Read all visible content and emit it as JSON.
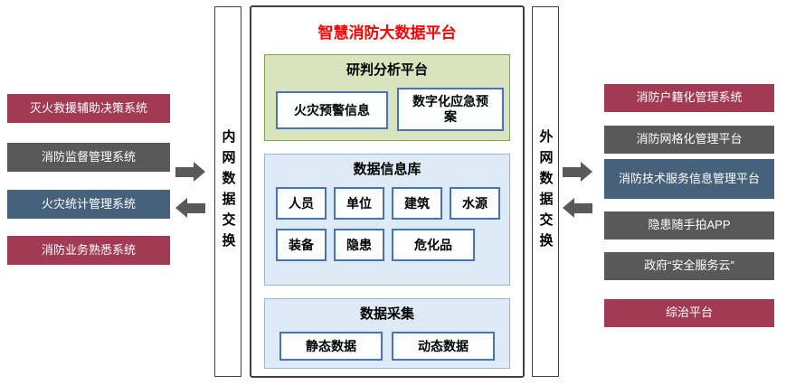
{
  "colors": {
    "title": "#ff0000",
    "maroon": "#a13a52",
    "gray": "#595959",
    "slate": "#46617a",
    "arrow": "#595959"
  },
  "platform": {
    "title": "智慧消防大数据平台"
  },
  "buses": {
    "left": "内网数据交换",
    "right": "外网数据交换"
  },
  "left_systems": [
    {
      "label": "灭火救援辅助决策系统",
      "color": "#a13a52"
    },
    {
      "label": "消防监督管理系统",
      "color": "#595959"
    },
    {
      "label": "火灾统计管理系统",
      "color": "#46617a"
    },
    {
      "label": "消防业务熟悉系统",
      "color": "#a13a52"
    }
  ],
  "right_systems": [
    {
      "label": "消防户籍化管理系统",
      "color": "#a13a52"
    },
    {
      "label": "消防网格化管理平台",
      "color": "#595959"
    },
    {
      "label": "消防技术服务信息管理平台",
      "color": "#46617a"
    },
    {
      "label": "隐患随手拍APP",
      "color": "#595959"
    },
    {
      "label": "政府“安全服务云”",
      "color": "#595959"
    },
    {
      "label": "综治平台",
      "color": "#a13a52"
    }
  ],
  "sections": {
    "analysis": {
      "title": "研判分析平台",
      "items": [
        "火灾预警信息",
        "数字化应急预案"
      ]
    },
    "database": {
      "title": "数据信息库",
      "row1": [
        "人员",
        "单位",
        "建筑",
        "水源"
      ],
      "row2": [
        "装备",
        "隐患",
        "危化品"
      ]
    },
    "collection": {
      "title": "数据采集",
      "items": [
        "静态数据",
        "动态数据"
      ]
    }
  },
  "icons": {
    "inbound_arrow": "block-arrow-right",
    "outbound_arrow": "block-arrow-left"
  }
}
